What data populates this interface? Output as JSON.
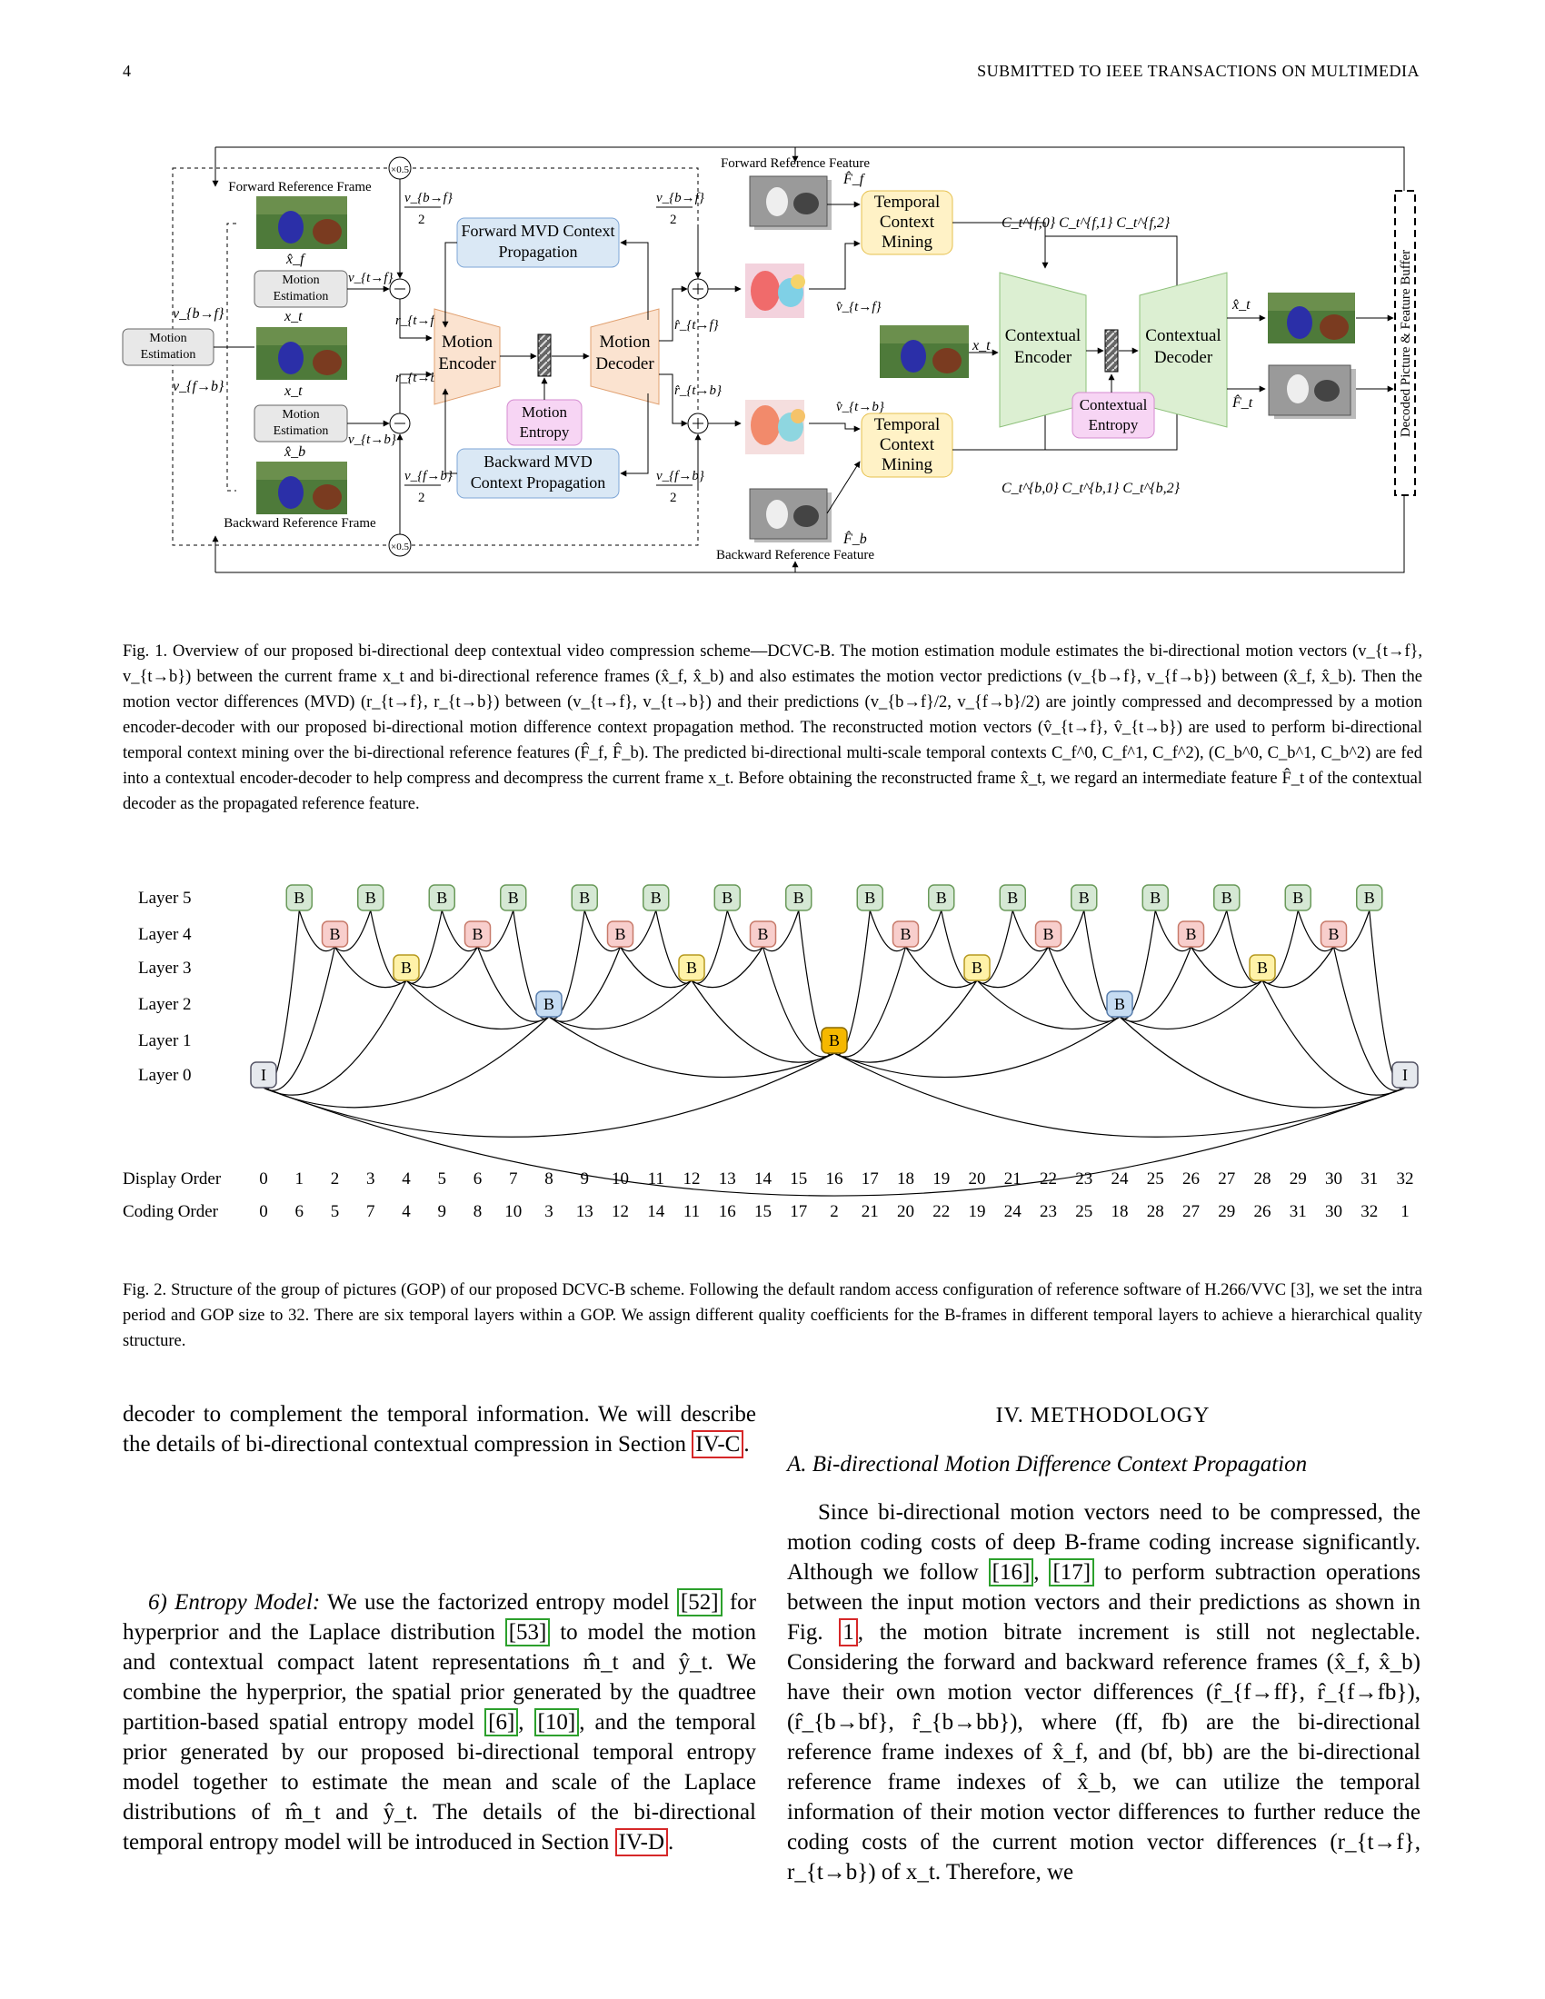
{
  "header": {
    "page_number": "4",
    "journal": "SUBMITTED TO IEEE TRANSACTIONS ON MULTIMEDIA"
  },
  "fig1": {
    "labels": {
      "fwd_ref_frame": "Forward Reference Frame",
      "bwd_ref_frame": "Backward Reference Frame",
      "fwd_ref_feature": "Forward Reference Feature",
      "bwd_ref_feature": "Backward Reference Feature",
      "motion_estimation": "Motion Estimation",
      "fwd_mvd": "Forward MVD Context Propagation",
      "bwd_mvd": "Backward MVD Context Propagation",
      "motion_encoder": "Motion Encoder",
      "motion_decoder": "Motion Decoder",
      "motion_entropy": "Motion Entropy",
      "tcm": "Temporal Context Mining",
      "ctx_encoder": "Contextual Encoder",
      "ctx_decoder": "Contextual Decoder",
      "ctx_entropy": "Contextual Entropy",
      "dpb": "Decoded Picture & Feature Buffer",
      "half": "×0.5"
    },
    "symbols": {
      "v_bf": "v_{b→f}",
      "v_fb": "v_{f→b}",
      "v_tf": "v_{t→f}",
      "v_tb": "v_{t→b}",
      "r_tf": "r_{t→f}",
      "r_tb": "r_{t→b}",
      "rh_tf": "r̂_{t→f}",
      "rh_tb": "r̂_{t→b}",
      "vh_tf": "v̂_{t→f}",
      "vh_tb": "v̂_{t→b}",
      "xh_f": "x̂_f",
      "xh_b": "x̂_b",
      "x_t": "x_t",
      "xh_t": "x̂_t",
      "F_f": "F̂_f",
      "F_b": "F̂_b",
      "F_t": "F̂_t",
      "c_f": "C_t^{f,0} C_t^{f,1} C_t^{f,2}",
      "c_b": "C_t^{b,0} C_t^{b,1} C_t^{b,2}",
      "two": "2"
    },
    "caption": "Fig. 1.  Overview of our proposed bi-directional deep contextual video compression scheme—DCVC-B. The motion estimation module estimates the bi-directional motion vectors (v_{t→f}, v_{t→b}) between the current frame x_t and bi-directional reference frames (x̂_f, x̂_b) and also estimates the motion vector predictions (v_{b→f}, v_{f→b}) between (x̂_f, x̂_b). Then the motion vector differences (MVD) (r_{t→f}, r_{t→b}) between (v_{t→f}, v_{t→b}) and their predictions (v_{b→f}/2, v_{f→b}/2) are jointly compressed and decompressed by a motion encoder-decoder with our proposed bi-directional motion difference context propagation method. The reconstructed motion vectors (v̂_{t→f}, v̂_{t→b}) are used to perform bi-directional temporal context mining over the bi-directional reference features (F̂_f, F̂_b). The predicted bi-directional multi-scale temporal contexts C_f^0, C_f^1, C_f^2), (C_b^0, C_b^1, C_b^2) are fed into a contextual encoder-decoder to help compress and decompress the current frame x_t. Before obtaining the reconstructed frame x̂_t, we regard an intermediate feature F̂_t of the contextual decoder as the propagated reference feature."
  },
  "fig2": {
    "layer_labels": [
      "Layer 5",
      "Layer 4",
      "Layer 3",
      "Layer 2",
      "Layer 1",
      "Layer 0"
    ],
    "display_order_label": "Display Order",
    "coding_order_label": "Coding Order",
    "display_order": [
      "0",
      "1",
      "2",
      "3",
      "4",
      "5",
      "6",
      "7",
      "8",
      "9",
      "10",
      "11",
      "12",
      "13",
      "14",
      "15",
      "16",
      "17",
      "18",
      "19",
      "20",
      "21",
      "22",
      "23",
      "24",
      "25",
      "26",
      "27",
      "28",
      "29",
      "30",
      "31",
      "32"
    ],
    "coding_order": [
      "0",
      "6",
      "5",
      "7",
      "4",
      "9",
      "8",
      "10",
      "3",
      "13",
      "12",
      "14",
      "11",
      "16",
      "15",
      "17",
      "2",
      "21",
      "20",
      "22",
      "19",
      "24",
      "23",
      "25",
      "18",
      "28",
      "27",
      "29",
      "26",
      "31",
      "30",
      "32",
      "1"
    ],
    "frame_types": {
      "intra": "I",
      "bi": "B"
    },
    "layer_colors": {
      "layer5": "#d5e8d4",
      "layer4": "#f8cecc",
      "layer3": "#fff2a8",
      "layer2": "#c6dcf2",
      "layer1": "#f5b800",
      "layer0": "#e6e9ee"
    },
    "caption": "Fig. 2.  Structure of the group of pictures (GOP) of our proposed DCVC-B scheme. Following the default random access configuration of reference software of H.266/VVC [3], we set the intra period and GOP size to 32. There are six temporal layers within a GOP. We assign different quality coefficients for the B-frames in different temporal layers to achieve a hierarchical quality structure."
  },
  "body": {
    "left_p1_a": "decoder to complement the temporal information. We will describe the details of bi-directional contextual compression in Section ",
    "left_p1_ref": "IV-C",
    "left_p1_b": ".",
    "left_p2_heading": "6) Entropy Model:",
    "left_p2_a": " We use the factorized entropy model ",
    "left_p2_ref1": "[52]",
    "left_p2_b": " for hyperprior and the Laplace distribution ",
    "left_p2_ref2": "[53]",
    "left_p2_c": " to model the motion and contextual compact latent representations m̂_t and ŷ_t. We combine the hyperprior, the spatial prior generated by the quadtree partition-based spatial entropy model ",
    "left_p2_ref3": "[6]",
    "left_p2_d": ", ",
    "left_p2_ref4": "[10]",
    "left_p2_e": ", and the temporal prior generated by our proposed bi-directional temporal entropy model together to estimate the mean and scale of the Laplace distributions of m̂_t and ŷ_t. The details of the bi-directional temporal entropy model will be introduced in Section ",
    "left_p2_ref5": "IV-D",
    "left_p2_f": ".",
    "section_title": "IV. METHODOLOGY",
    "subsection_title": "A. Bi-directional Motion Difference Context Propagation",
    "right_p1_a": "Since bi-directional motion vectors need to be compressed, the motion coding costs of deep B-frame coding increase significantly. Although we follow ",
    "right_p1_ref1": "[16]",
    "right_p1_b": ", ",
    "right_p1_ref2": "[17]",
    "right_p1_c": " to perform subtraction operations between the input motion vectors and their predictions as shown in Fig. ",
    "right_p1_ref3": "1",
    "right_p1_d": ", the motion bitrate increment is still not neglectable. Considering the forward and backward reference frames (x̂_f, x̂_b) have their own motion vector differences (r̂_{f→ff}, r̂_{f→fb}), (r̂_{b→bf}, r̂_{b→bb}), where (ff, fb) are the bi-directional reference frame indexes of x̂_f, and (bf, bb) are the bi-directional reference frame indexes of x̂_b, we can utilize the temporal information of their motion vector differences to further reduce the coding costs of the current motion vector differences (r_{t→f}, r_{t→b}) of x_t. Therefore, we"
  }
}
